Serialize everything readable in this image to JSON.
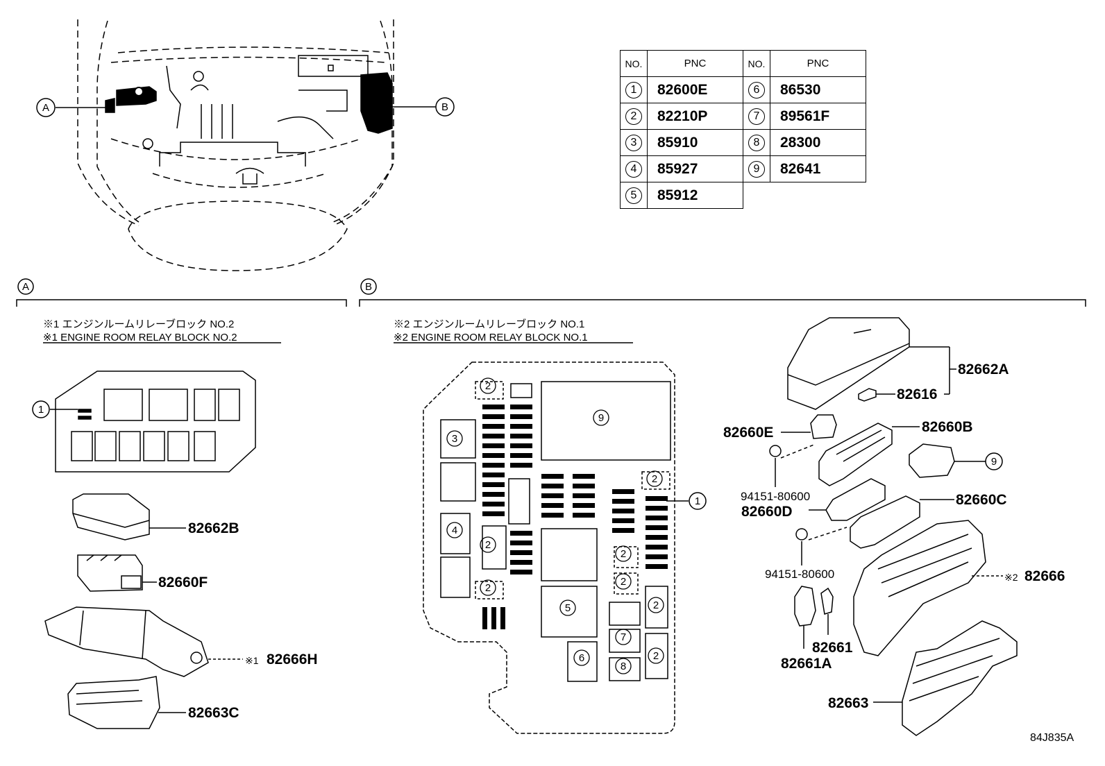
{
  "table": {
    "headers": {
      "no": "NO.",
      "pnc": "PNC"
    },
    "rows_left": [
      {
        "no": "1",
        "pnc": "82600E"
      },
      {
        "no": "2",
        "pnc": "82210P"
      },
      {
        "no": "3",
        "pnc": "85910"
      },
      {
        "no": "4",
        "pnc": "85927"
      },
      {
        "no": "5",
        "pnc": "85912"
      }
    ],
    "rows_right": [
      {
        "no": "6",
        "pnc": "86530"
      },
      {
        "no": "7",
        "pnc": "89561F"
      },
      {
        "no": "8",
        "pnc": "28300"
      },
      {
        "no": "9",
        "pnc": "82641"
      }
    ]
  },
  "callouts": {
    "a": "A",
    "b": "B"
  },
  "section_a": {
    "caption_jp": "※1 エンジンルームリレーブロック NO.2",
    "caption_en": "※1 ENGINE ROOM RELAY BLOCK NO.2",
    "marker": "1",
    "parts": [
      "82662B",
      "82660F",
      "82666H",
      "82663C"
    ],
    "note_mark": "※1"
  },
  "section_b": {
    "caption_jp": "※2 エンジンルームリレーブロック NO.1",
    "caption_en": "※2 ENGINE ROOM RELAY BLOCK NO.1",
    "block_markers": [
      "2",
      "3",
      "4",
      "2",
      "2",
      "9",
      "2",
      "1",
      "2",
      "2",
      "5",
      "2",
      "7",
      "6",
      "8",
      "2"
    ],
    "parts": {
      "cover": "82662A",
      "cover_part": "82616",
      "conn_e": "82660E",
      "conn_b": "82660B",
      "item9": "9",
      "bolt1": "94151-80600",
      "conn_d": "82660D",
      "conn_c": "82660C",
      "bolt2": "94151-80600",
      "case_mark": "※2",
      "case": "82666",
      "conn_661": "82661",
      "conn_661a": "82661A",
      "lower": "82663"
    }
  },
  "figure_id": "84J835A"
}
